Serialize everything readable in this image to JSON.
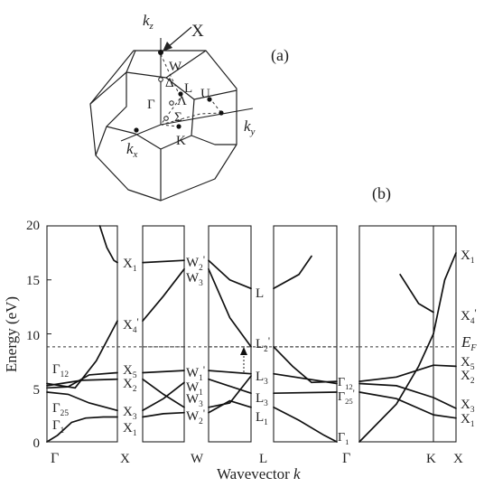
{
  "brillouin_zone": {
    "panel_label": "(a)",
    "axis_kz": "k",
    "axis_kz_sub": "z",
    "axis_ky": "k",
    "axis_ky_sub": "y",
    "axis_kx": "k",
    "axis_kx_sub": "x",
    "points": {
      "X": "X",
      "W": "W",
      "Delta": "Δ",
      "L": "L",
      "Lambda": "Λ",
      "Gamma": "Γ",
      "U": "U",
      "Sigma": "Σ",
      "K": "K"
    }
  },
  "band_plot": {
    "panel_label": "(b)",
    "ylabel": "Energy (eV)",
    "xlabel": "Wavevector",
    "xlabel_var": "k",
    "fermi_label": "E",
    "fermi_sub": "F",
    "fermi_level_ev": 8.8,
    "y_ticks": [
      "0",
      "5",
      "10",
      "15",
      "20"
    ],
    "x_ticks": [
      "Γ",
      "X",
      "W",
      "L",
      "Γ",
      "K",
      "X"
    ],
    "level_labels": {
      "gamma_left": [
        {
          "base": "Γ",
          "sub": "12",
          "prime": ""
        },
        {
          "base": "Γ",
          "sub": "25",
          "prime": ""
        },
        {
          "base": "Γ",
          "sub": "1",
          "prime": ""
        }
      ],
      "x_point": [
        {
          "base": "X",
          "sub": "1",
          "prime": ""
        },
        {
          "base": "X",
          "sub": "4",
          "prime": "'"
        },
        {
          "base": "X",
          "sub": "5",
          "prime": ""
        },
        {
          "base": "X",
          "sub": "2",
          "prime": ""
        },
        {
          "base": "X",
          "sub": "3",
          "prime": ""
        },
        {
          "base": "X",
          "sub": "1",
          "prime": ""
        }
      ],
      "w_point": [
        {
          "base": "W",
          "sub": "2",
          "prime": "'"
        },
        {
          "base": "W",
          "sub": "3",
          "prime": ""
        },
        {
          "base": "W",
          "sub": "1",
          "prime": "'"
        },
        {
          "base": "W",
          "sub": "1",
          "prime": ""
        },
        {
          "base": "W",
          "sub": "3",
          "prime": ""
        },
        {
          "base": "W",
          "sub": "2",
          "prime": "'"
        }
      ],
      "l_point": [
        {
          "base": "L",
          "sub": "",
          "prime": ""
        },
        {
          "base": "L",
          "sub": "2",
          "prime": "'"
        },
        {
          "base": "L",
          "sub": "3",
          "prime": ""
        },
        {
          "base": "L",
          "sub": "3",
          "prime": ""
        },
        {
          "base": "L",
          "sub": "1",
          "prime": ""
        }
      ],
      "gamma_mid": [
        {
          "base": "Γ",
          "sub": "12",
          "prime": ""
        },
        {
          "base": "Γ",
          "sub": "25",
          "prime": "'"
        },
        {
          "base": "Γ",
          "sub": "1",
          "prime": ""
        }
      ],
      "x_right": [
        {
          "base": "X",
          "sub": "1",
          "prime": ""
        },
        {
          "base": "X",
          "sub": "4",
          "prime": "'"
        },
        {
          "base": "X",
          "sub": "5",
          "prime": ""
        },
        {
          "base": "X",
          "sub": "2",
          "prime": ""
        },
        {
          "base": "X",
          "sub": "3",
          "prime": ""
        },
        {
          "base": "X",
          "sub": "1",
          "prime": ""
        }
      ]
    }
  },
  "chart_data": {
    "type": "line",
    "xlabel": "Wavevector k",
    "ylabel": "Energy (eV)",
    "ylim": [
      0,
      20
    ],
    "x_path": [
      "Γ",
      "X",
      "W",
      "L",
      "Γ",
      "K",
      "X"
    ],
    "fermi_level": 8.8,
    "grid": false,
    "segments": [
      {
        "path": "Γ-X",
        "bands": [
          [
            [
              0,
              0.0
            ],
            [
              0.15,
              0.6
            ],
            [
              0.35,
              1.8
            ],
            [
              0.55,
              2.2
            ],
            [
              0.8,
              2.3
            ],
            [
              1.0,
              2.3
            ]
          ],
          [
            [
              0,
              4.6
            ],
            [
              0.3,
              4.4
            ],
            [
              0.6,
              3.6
            ],
            [
              1.0,
              2.9
            ]
          ],
          [
            [
              0,
              5.0
            ],
            [
              0.3,
              5.1
            ],
            [
              0.6,
              6.2
            ],
            [
              1.0,
              6.4
            ]
          ],
          [
            [
              0,
              5.2
            ],
            [
              0.5,
              5.7
            ],
            [
              1.0,
              5.8
            ]
          ],
          [
            [
              0,
              5.4
            ],
            [
              0.4,
              5.0
            ],
            [
              0.7,
              7.5
            ],
            [
              1.0,
              11.2
            ]
          ],
          [
            [
              0.75,
              20.0
            ],
            [
              0.85,
              18.0
            ],
            [
              0.95,
              16.8
            ],
            [
              1.0,
              16.6
            ]
          ]
        ]
      },
      {
        "path": "X-W",
        "bands": [
          [
            [
              0,
              16.6
            ],
            [
              1.0,
              16.8
            ]
          ],
          [
            [
              0,
              11.2
            ],
            [
              0.5,
              13.5
            ],
            [
              1.0,
              16.0
            ]
          ],
          [
            [
              0,
              6.4
            ],
            [
              1.0,
              6.6
            ]
          ],
          [
            [
              0,
              5.8
            ],
            [
              0.5,
              4.4
            ],
            [
              1.0,
              3.2
            ]
          ],
          [
            [
              0,
              2.9
            ],
            [
              0.5,
              4.0
            ],
            [
              1.0,
              5.5
            ]
          ],
          [
            [
              0,
              2.3
            ],
            [
              0.5,
              2.6
            ],
            [
              1.0,
              2.7
            ]
          ]
        ]
      },
      {
        "path": "W-L",
        "bands": [
          [
            [
              0,
              16.8
            ],
            [
              0.5,
              15.0
            ],
            [
              1.0,
              14.2
            ]
          ],
          [
            [
              0,
              16.0
            ],
            [
              0.5,
              11.5
            ],
            [
              1.0,
              8.8
            ]
          ],
          [
            [
              0,
              6.6
            ],
            [
              1.0,
              6.3
            ]
          ],
          [
            [
              0,
              5.8
            ],
            [
              1.0,
              4.5
            ]
          ],
          [
            [
              0,
              3.2
            ],
            [
              0.5,
              3.6
            ],
            [
              1.0,
              6.1
            ]
          ],
          [
            [
              0,
              2.7
            ],
            [
              0.5,
              3.8
            ],
            [
              1.0,
              3.2
            ]
          ]
        ]
      },
      {
        "path": "L-Γ",
        "bands": [
          [
            [
              0,
              14.2
            ],
            [
              0.4,
              15.5
            ],
            [
              0.6,
              17.2
            ]
          ],
          [
            [
              0,
              8.8
            ],
            [
              0.3,
              7.0
            ],
            [
              0.6,
              5.5
            ],
            [
              1.0,
              5.6
            ]
          ],
          [
            [
              0,
              6.3
            ],
            [
              1.0,
              5.4
            ]
          ],
          [
            [
              0,
              4.5
            ],
            [
              1.0,
              4.6
            ]
          ],
          [
            [
              0,
              3.2
            ],
            [
              0.4,
              2.0
            ],
            [
              0.8,
              0.6
            ],
            [
              1.0,
              0.0
            ]
          ]
        ]
      },
      {
        "path": "Γ-K",
        "bands": [
          [
            [
              0,
              0.0
            ],
            [
              0.5,
              3.5
            ],
            [
              0.8,
              7.0
            ],
            [
              1.0,
              10.0
            ]
          ],
          [
            [
              0,
              5.6
            ],
            [
              0.5,
              6.0
            ],
            [
              1.0,
              7.1
            ]
          ],
          [
            [
              0,
              5.4
            ],
            [
              0.5,
              5.2
            ],
            [
              1.0,
              4.1
            ]
          ],
          [
            [
              0,
              4.6
            ],
            [
              0.5,
              4.0
            ],
            [
              1.0,
              2.5
            ]
          ],
          [
            [
              0.55,
              15.5
            ],
            [
              0.8,
              12.8
            ],
            [
              1.0,
              12.0
            ]
          ]
        ]
      },
      {
        "path": "K-X",
        "bands": [
          [
            [
              0,
              10.0
            ],
            [
              0.5,
              15.0
            ],
            [
              1.0,
              17.5
            ]
          ],
          [
            [
              0,
              7.1
            ],
            [
              1.0,
              7.0
            ]
          ],
          [
            [
              0,
              4.1
            ],
            [
              1.0,
              3.1
            ]
          ],
          [
            [
              0,
              2.5
            ],
            [
              1.0,
              2.2
            ]
          ]
        ]
      }
    ]
  }
}
